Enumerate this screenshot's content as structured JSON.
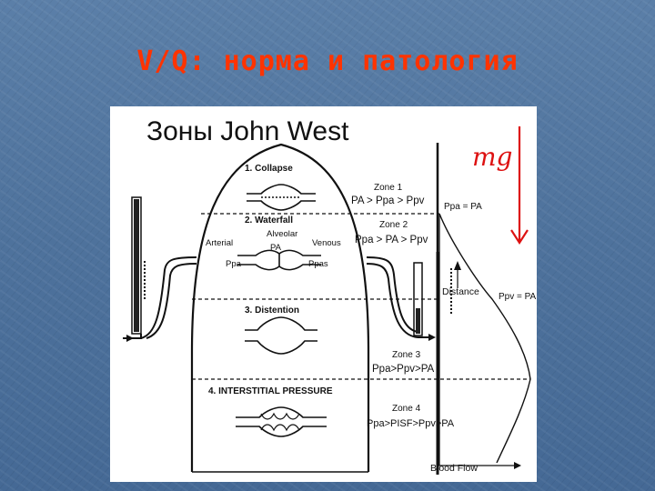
{
  "slide": {
    "title": "V/Q: норма и патология"
  },
  "figure": {
    "heading": "Зоны John West",
    "mg_label": "mg",
    "zones": [
      {
        "title": "1. Collapse",
        "zone_label": "Zone 1",
        "relation": "PA > Ppa > Ppv"
      },
      {
        "title": "2. Waterfall",
        "zone_label": "Zone 2",
        "relation": "Ppa > PA > Ppv"
      },
      {
        "title": "3. Distention",
        "zone_label": "Zone 3",
        "relation": "Ppa>Ppv>PA"
      },
      {
        "title": "4. INTERSTITIAL PRESSURE",
        "zone_label": "Zone 4",
        "relation": "Ppa>PISF>Ppv>PA"
      }
    ],
    "vessel_labels": {
      "alveolar": "Alveolar",
      "pa": "PA",
      "arterial": "Arterial",
      "ppa": "Ppa",
      "venous": "Venous",
      "ppas": "Ppas"
    },
    "graph_labels": {
      "ppa_eq_pa": "Ppa = PA",
      "ppv_eq_pa": "Ppv = PA",
      "distance": "Distance",
      "blood_flow": "Blood Flow"
    }
  }
}
